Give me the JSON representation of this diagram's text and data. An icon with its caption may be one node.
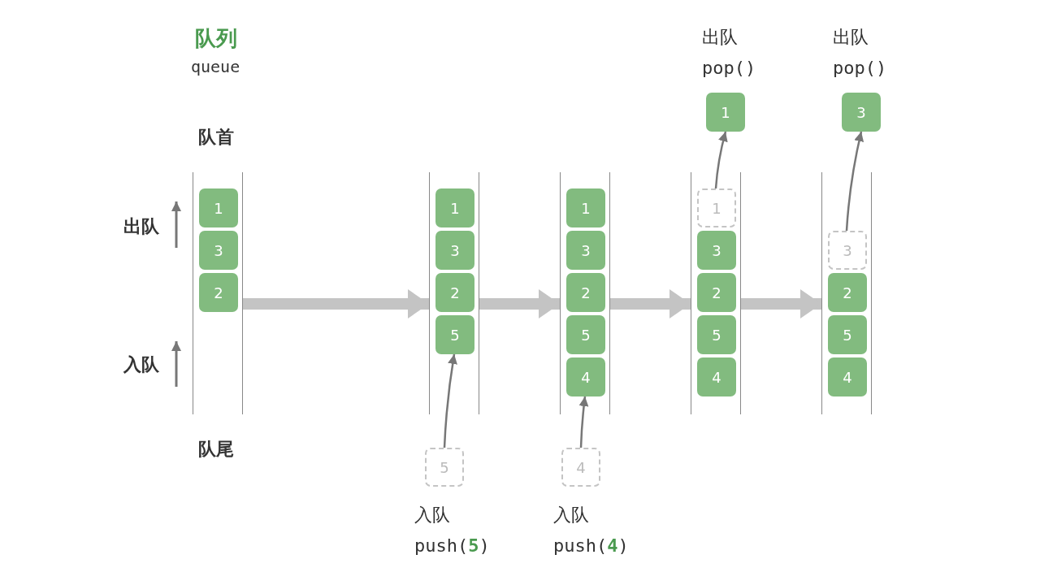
{
  "diagram": {
    "title": "队列",
    "nodes": [
      {
        "text": [],
        "shape": "box"
      },
      {
        "text": [
          "1"
        ],
        "in": 0
      },
      {
        "text": [
          "3"
        ],
        "in": 0
      },
      {
        "text": [
          "2"
        ],
        "in": 0
      },
      {
        "text": [],
        "shape": "box"
      },
      {
        "text": [
          "1"
        ],
        "in": 4
      },
      {
        "text": [
          "3"
        ],
        "in": 4
      },
      {
        "text": [
          "2"
        ],
        "in": 4
      },
      {
        "text": [
          "5"
        ],
        "in": 4
      },
      {
        "text": [
          "5"
        ],
        "beside": [
          "入队 push(**5**)"
        ]
      },
      {
        "text": [],
        "shape": "box"
      },
      {
        "text": [
          "1"
        ],
        "in": 10
      },
      {
        "text": [
          "3"
        ],
        "in": 10
      },
      {
        "text": [
          "2"
        ],
        "in": 10
      },
      {
        "text": [
          "5"
        ],
        "in": 10
      },
      {
        "text": [
          "4"
        ],
        "in": 10
      },
      {
        "text": [
          "4"
        ],
        "beside": [
          "入队 push(**4**)"
        ]
      },
      {
        "text": [
          "1"
        ],
        "beside": [
          "出队 pop()"
        ]
      },
      {
        "text": [],
        "shape": "box"
      },
      {
        "text": [
          "1"
        ],
        "in": 18
      },
      {
        "text": [
          "3"
        ],
        "in": 18
      },
      {
        "text": [
          "2"
        ],
        "in": 18
      },
      {
        "text": [
          "5"
        ],
        "in": 18
      },
      {
        "text": [
          "4"
        ],
        "in": 18
      },
      {
        "text": [
          "3"
        ],
        "beside": [
          "出队 pop()"
        ]
      },
      {
        "text": [],
        "shape": "box"
      },
      {
        "text": [
          "3"
        ],
        "in": 25
      },
      {
        "text": [
          "2"
        ],
        "in": 25
      },
      {
        "text": [
          "5"
        ],
        "in": 25
      },
      {
        "text": [
          "4"
        ],
        "in": 25
      }
    ],
    "edges": [
      {
        "from": 0,
        "to": 4,
        "arrow": "to",
        "style": "thick",
        "color": "#c4c4c4"
      },
      {
        "from": 9,
        "to": 8,
        "arrow": "to"
      },
      {
        "from": 4,
        "to": 10,
        "arrow": "to",
        "style": "thick",
        "color": "#c4c4c4"
      },
      {
        "from": 16,
        "to": 15,
        "arrow": "to"
      },
      {
        "from": 10,
        "to": 18,
        "arrow": "to",
        "style": "thick",
        "color": "#c4c4c4"
      },
      {
        "from": 19,
        "to": 17,
        "arrow": "to"
      },
      {
        "from": 18,
        "to": 25,
        "arrow": "to",
        "style": "thick",
        "color": "#c4c4c4"
      },
      {
        "from": 26,
        "to": 24,
        "arrow": "to"
      }
    ],
    "labels": [
      "queue",
      "队首",
      "出队",
      "入队",
      "队尾"
    ]
  }
}
